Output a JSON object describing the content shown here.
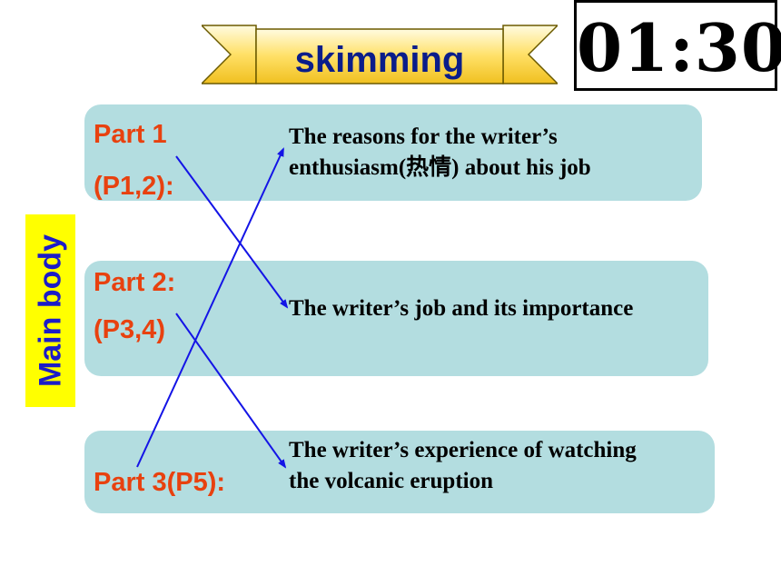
{
  "title": "skimming",
  "timer": "01:30",
  "side_label": "Main body",
  "parts": [
    {
      "label_line1": "Part 1",
      "label_line2": "(P1,2):"
    },
    {
      "label_line1": "Part 2:",
      "label_line2": "(P3,4)"
    },
    {
      "label_line1": "Part 3(P5):"
    }
  ],
  "descriptions": [
    {
      "line1": "The reasons for the writer’s",
      "line2": "enthusiasm(热情) about his job"
    },
    {
      "line1": "The writer’s job and its importance"
    },
    {
      "line1": "The writer’s experience of watching",
      "line2": "the volcanic eruption"
    }
  ],
  "colors": {
    "title": "#0a1d8a",
    "part_label": "#e8410f",
    "panel": "#b3dde0",
    "arrow": "#1414e6",
    "side_bg": "#ffff00",
    "side_text": "#1c1cc8",
    "banner_fill": "#ffe680"
  }
}
